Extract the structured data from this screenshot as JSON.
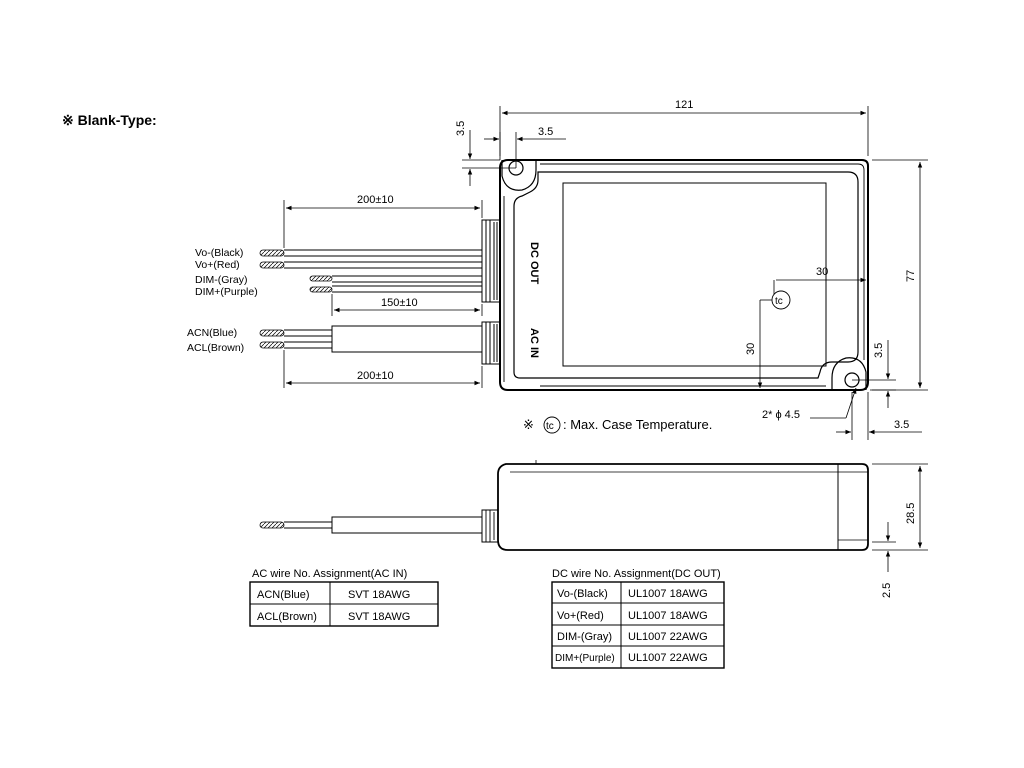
{
  "heading": "※ Blank-Type:",
  "top_view": {
    "dims": {
      "overall_width": "121",
      "overall_height": "77",
      "hole_offset_v": "3.5",
      "hole_offset_h": "3.5",
      "dc_wire_length": "200±10",
      "dim_wire_length": "150±10",
      "ac_wire_length": "200±10",
      "tc_h": "30",
      "tc_v": "30",
      "br_v": "3.5",
      "br_h": "3.5",
      "hole_dia": "2* ϕ 4.5"
    },
    "port_labels": {
      "dc": "DC OUT",
      "ac": "AC IN"
    },
    "wires": [
      "Vo-(Black)",
      "Vo+(Red)",
      "DIM-(Gray)",
      "DIM+(Purple)",
      "ACN(Blue)",
      "ACL(Brown)"
    ],
    "tc_symbol": "tc",
    "note_prefix": "※",
    "note_text": ": Max. Case Temperature."
  },
  "side_view": {
    "dims": {
      "height": "28.5",
      "foot": "2.5"
    }
  },
  "ac_table": {
    "caption": "AC wire No. Assignment(AC IN)",
    "rows": [
      {
        "wire": "ACN(Blue)",
        "spec": "SVT 18AWG"
      },
      {
        "wire": "ACL(Brown)",
        "spec": "SVT 18AWG"
      }
    ]
  },
  "dc_table": {
    "caption": "DC wire No. Assignment(DC OUT)",
    "rows": [
      {
        "wire": "Vo-(Black)",
        "spec": "UL1007 18AWG"
      },
      {
        "wire": "Vo+(Red)",
        "spec": "UL1007 18AWG"
      },
      {
        "wire": "DIM-(Gray)",
        "spec": "UL1007 22AWG"
      },
      {
        "wire": "DIM+(Purple)",
        "spec": "UL1007 22AWG"
      }
    ]
  }
}
